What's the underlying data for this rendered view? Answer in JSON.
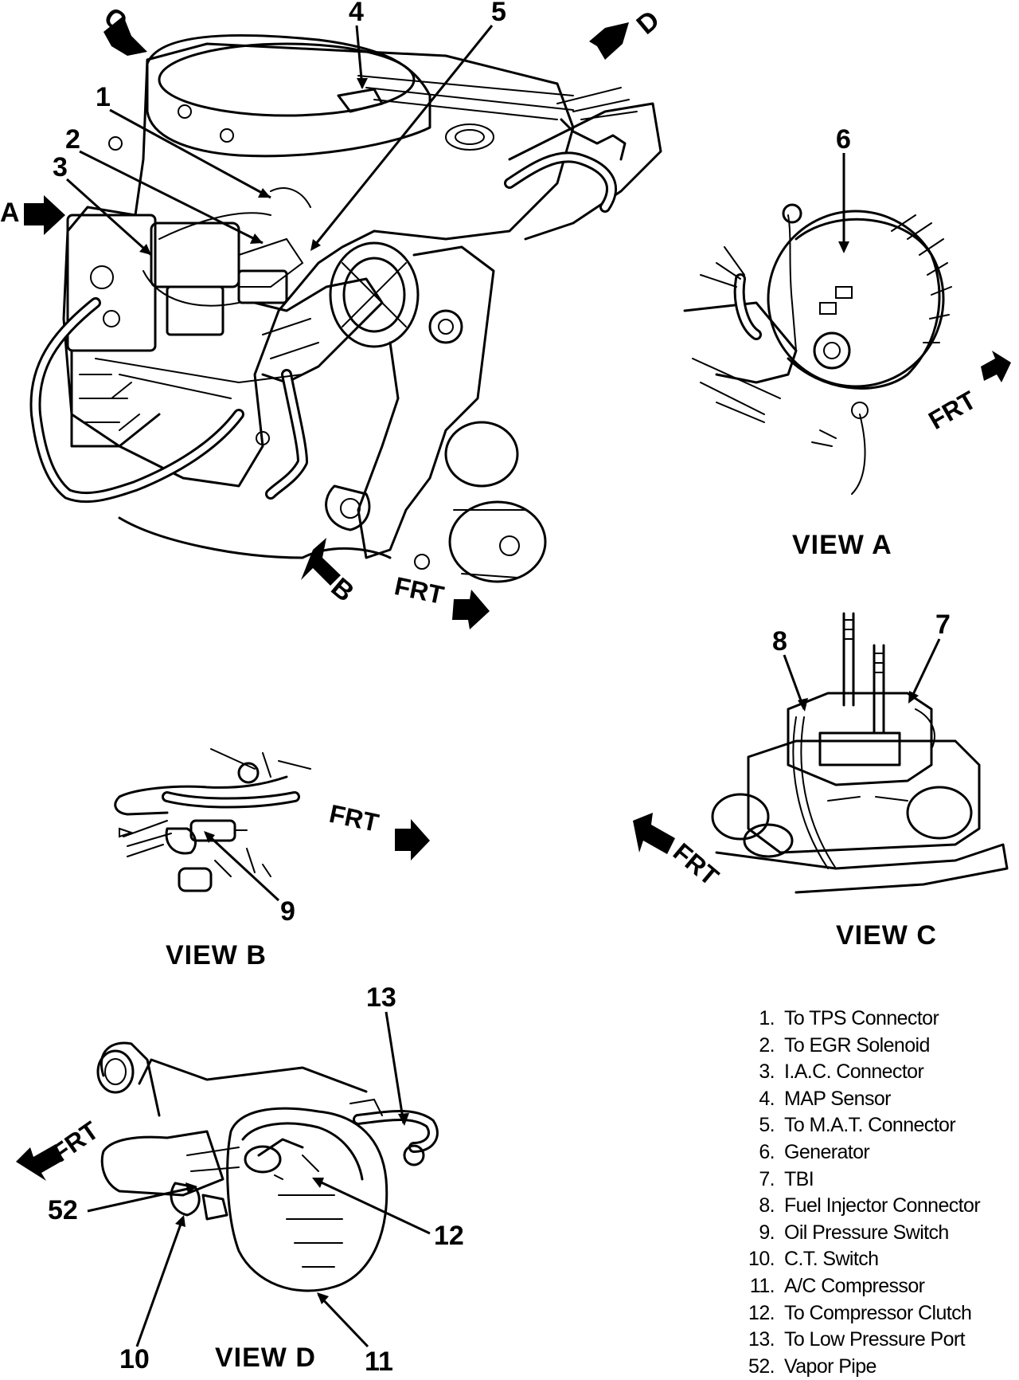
{
  "callouts": {
    "c1": "1",
    "c2": "2",
    "c3": "3",
    "c4": "4",
    "c5": "5",
    "c6": "6",
    "c7": "7",
    "c8": "8",
    "c9": "9",
    "c10": "10",
    "c11": "11",
    "c12": "12",
    "c13": "13",
    "c52": "52"
  },
  "view_arrows": {
    "a": "A",
    "b": "B",
    "c": "C",
    "d": "D"
  },
  "front_label": "FRT",
  "views": {
    "a": "VIEW A",
    "b": "VIEW B",
    "c": "VIEW C",
    "d": "VIEW D"
  },
  "legend": [
    {
      "num": "1.",
      "text": "To TPS Connector"
    },
    {
      "num": "2.",
      "text": "To EGR Solenoid"
    },
    {
      "num": "3.",
      "text": "I.A.C. Connector"
    },
    {
      "num": "4.",
      "text": "MAP Sensor"
    },
    {
      "num": "5.",
      "text": "To M.A.T. Connector"
    },
    {
      "num": "6.",
      "text": "Generator"
    },
    {
      "num": "7.",
      "text": "TBI"
    },
    {
      "num": "8.",
      "text": "Fuel Injector Connector"
    },
    {
      "num": "9.",
      "text": "Oil Pressure Switch"
    },
    {
      "num": "10.",
      "text": "C.T. Switch"
    },
    {
      "num": "11.",
      "text": "A/C Compressor"
    },
    {
      "num": "12.",
      "text": "To Compressor Clutch"
    },
    {
      "num": "13.",
      "text": "To Low Pressure Port"
    },
    {
      "num": "52.",
      "text": "Vapor Pipe"
    }
  ]
}
